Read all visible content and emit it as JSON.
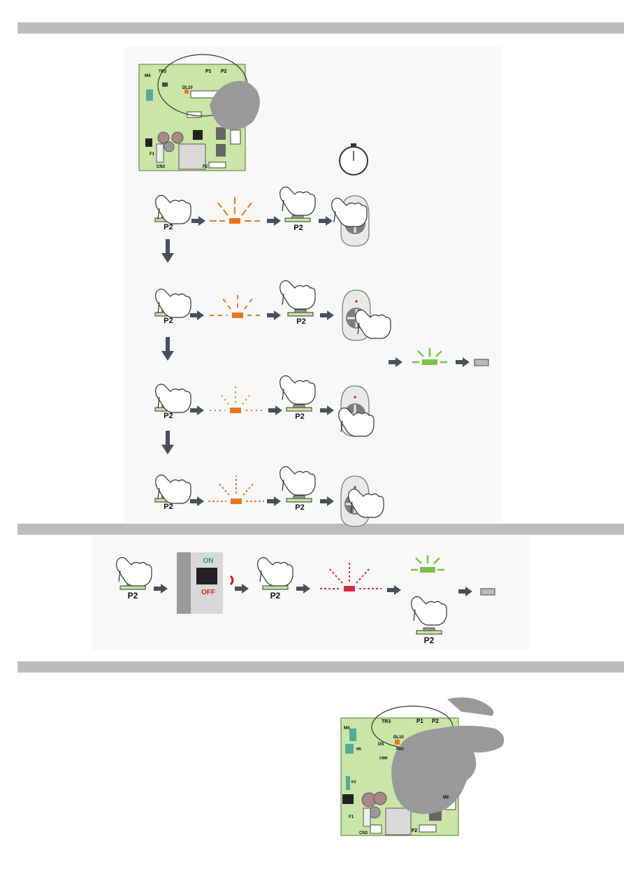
{
  "board": {
    "labels": {
      "tr3": "TR3",
      "p1": "P1",
      "p2": "P2",
      "dl10": "DL10",
      "m4": "M4",
      "m5": "M5",
      "m2": "M2",
      "f1": "F1",
      "f2": "F2",
      "cn3": "CN3",
      "cnm": "CNM",
      "ds": "DS",
      "k3": "K3",
      "pro": "PRO"
    }
  },
  "steps": {
    "p2_label": "P2"
  },
  "switch": {
    "on_label": "ON",
    "off_label": "OFF"
  },
  "colors": {
    "orange": "#e8781e",
    "green": "#7cc242",
    "red": "#e0283c",
    "board_green": "#c9e6a6",
    "arrow": "#4a4f5c",
    "bar": "#bdbdbd"
  },
  "icons": [
    "hand-press-icon",
    "push-button-icon",
    "blink-led-icon",
    "remote-control-icon",
    "stopwatch-icon",
    "arrow-right-icon",
    "arrow-down-icon",
    "power-switch-icon",
    "receiver-icon"
  ]
}
